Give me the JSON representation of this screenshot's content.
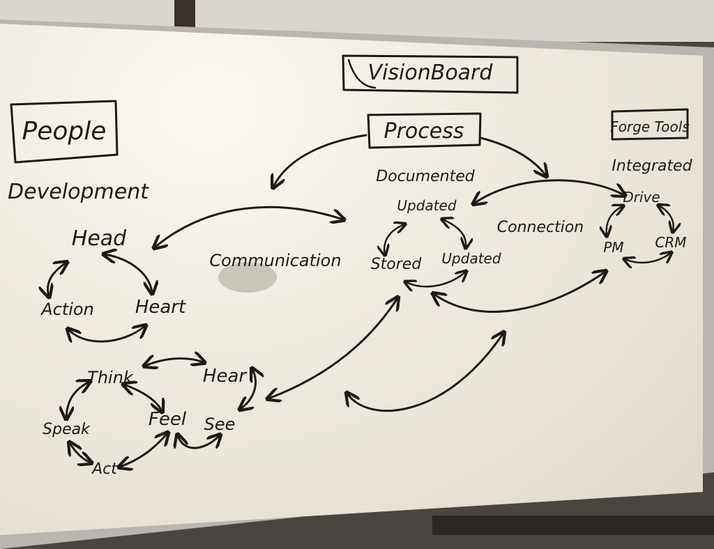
{
  "board": {
    "title": "VisionBoard",
    "sections": {
      "people": "People",
      "process": "Process",
      "tools": "Forge Tools"
    },
    "people": {
      "heading": "Development",
      "cycle": [
        "Head",
        "Heart",
        "Action"
      ],
      "sub_cycle": [
        "Think",
        "Hear",
        "Feel",
        "See",
        "Speak",
        "Act"
      ]
    },
    "process": {
      "heading": "Documented",
      "cycle": [
        "Updated",
        "Updated",
        "Stored"
      ]
    },
    "tools": {
      "heading": "Integrated",
      "cycle": [
        "Drive",
        "CRM",
        "PM"
      ]
    },
    "links": {
      "communication": "Communication",
      "connection": "Connection"
    }
  },
  "colors": {
    "ink": "#1c1a19",
    "board": "#f1ece2",
    "frame": "#b9b6b1"
  }
}
